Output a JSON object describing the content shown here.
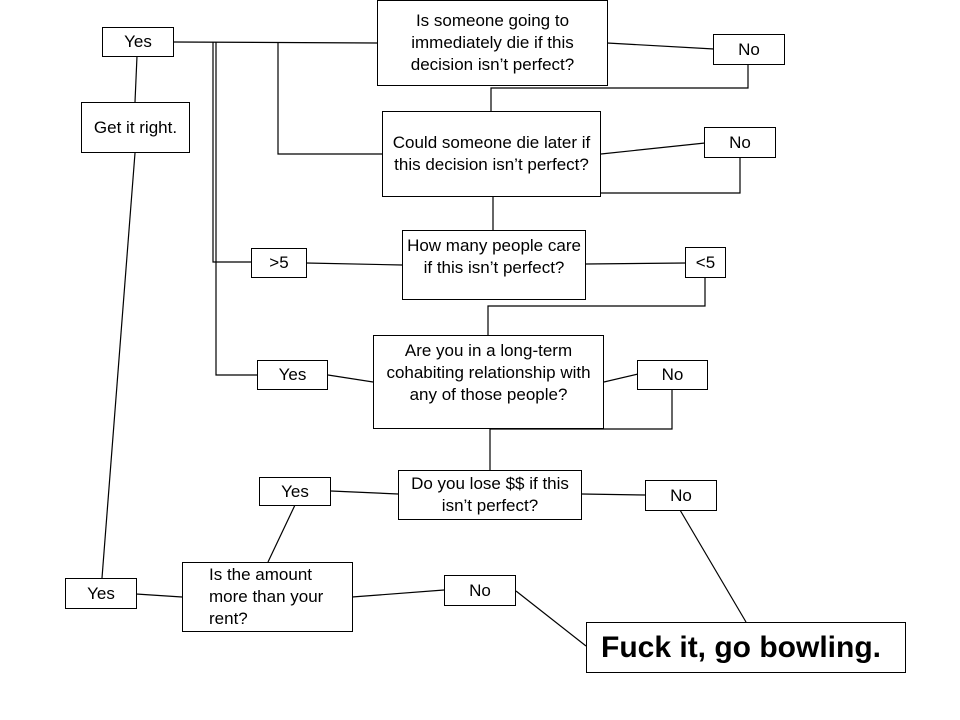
{
  "diagram": {
    "type": "flowchart",
    "nodes": {
      "q1": "Is someone going to immediately die if this decision isn’t perfect?",
      "q2": "Could someone die later if this decision isn’t perfect?",
      "q3": "How many people care if this isn’t perfect?",
      "q4": "Are you in a long-term cohabiting relationship with any of those people?",
      "q5": "Do you lose $$ if this isn’t perfect?",
      "q6": "Is the amount more than your rent?",
      "get_right": "Get it right.",
      "bowling": "Fuck it, go bowling."
    },
    "labels": {
      "yes_top": "Yes",
      "no_q1": "No",
      "no_q2": "No",
      "gt5": ">5",
      "lt5": "<5",
      "yes_q4": "Yes",
      "no_q4": "No",
      "yes_q5": "Yes",
      "no_q5": "No",
      "yes_q6": "Yes",
      "no_q6": "No"
    }
  }
}
